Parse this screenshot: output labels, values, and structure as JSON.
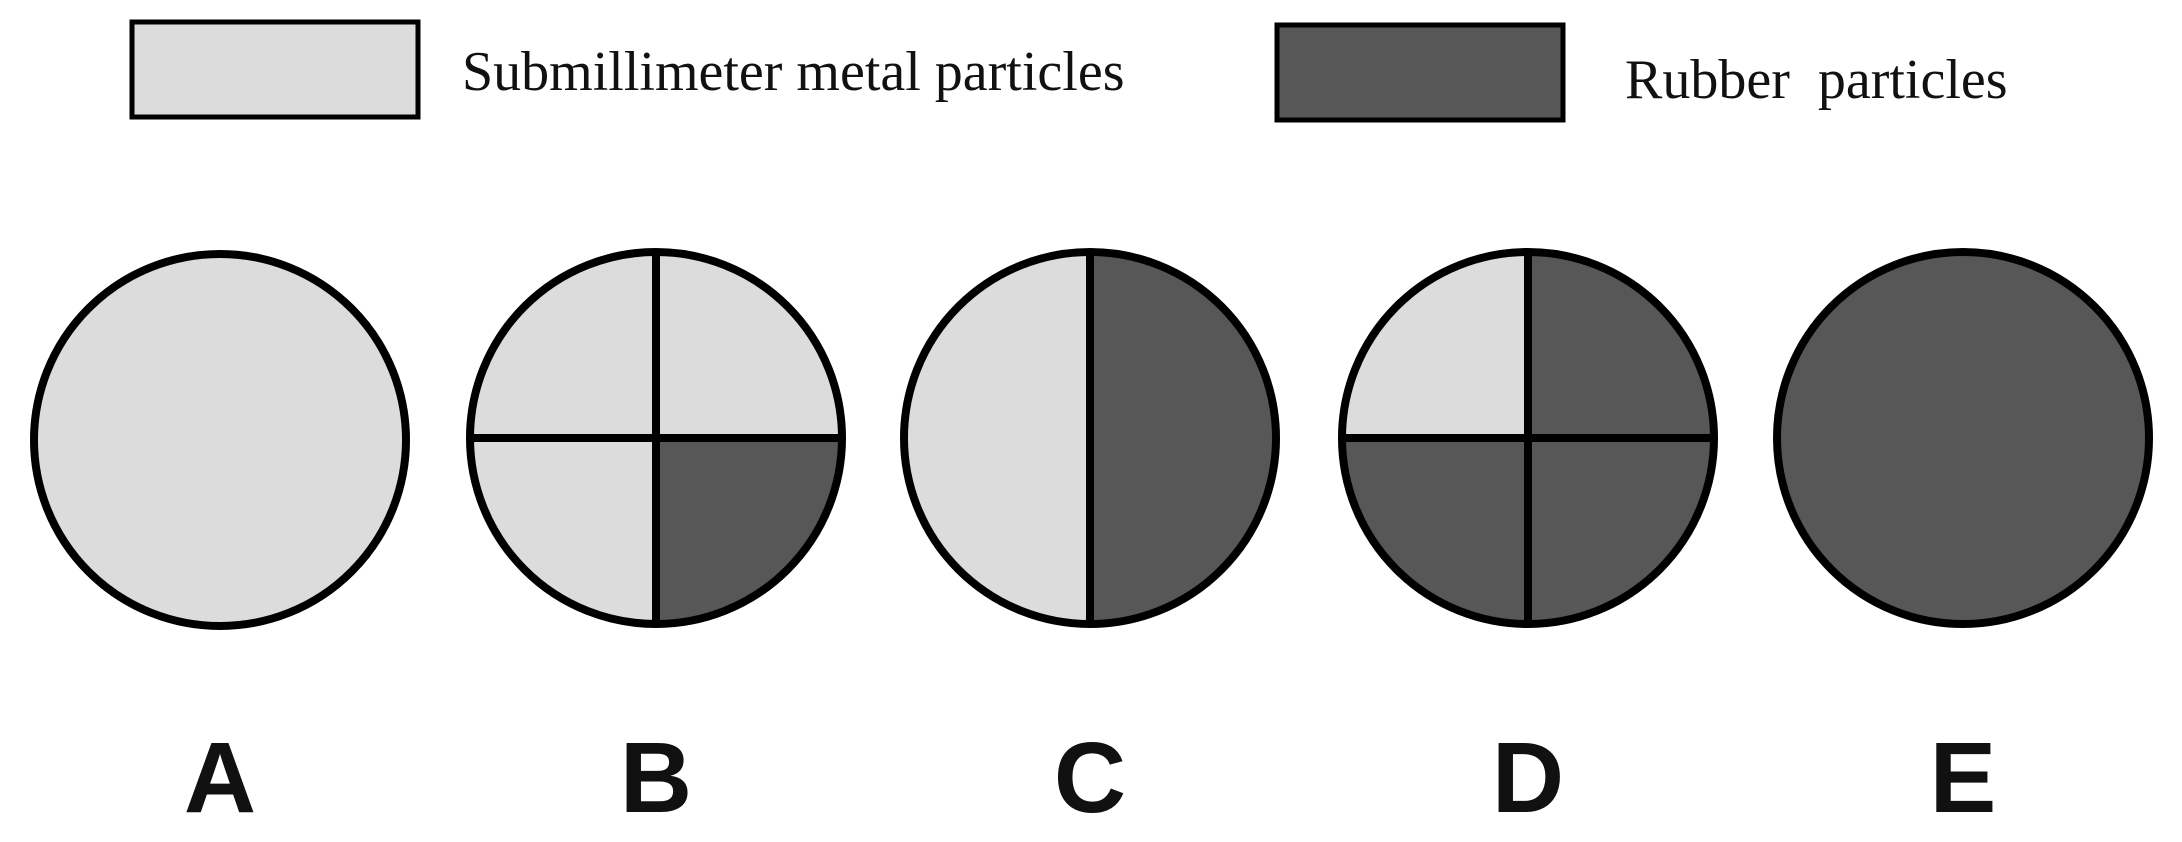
{
  "legend": {
    "metal": {
      "label": "Submillimeter metal particles",
      "color": "#dcdcdc"
    },
    "rubber": {
      "label": "Rubber  particles",
      "color": "#575757"
    }
  },
  "mixtures": [
    {
      "label": "A",
      "quadrants": [
        "metal",
        "metal",
        "metal",
        "metal"
      ]
    },
    {
      "label": "B",
      "quadrants": [
        "metal",
        "metal",
        "rubber",
        "metal"
      ]
    },
    {
      "label": "C",
      "quadrants": [
        "metal",
        "rubber",
        "rubber",
        "metal"
      ]
    },
    {
      "label": "D",
      "quadrants": [
        "metal",
        "rubber",
        "rubber",
        "rubber"
      ]
    },
    {
      "label": "E",
      "quadrants": [
        "rubber",
        "rubber",
        "rubber",
        "rubber"
      ]
    }
  ],
  "quadrant_order": "top-left, top-right, bottom-right, bottom-left"
}
